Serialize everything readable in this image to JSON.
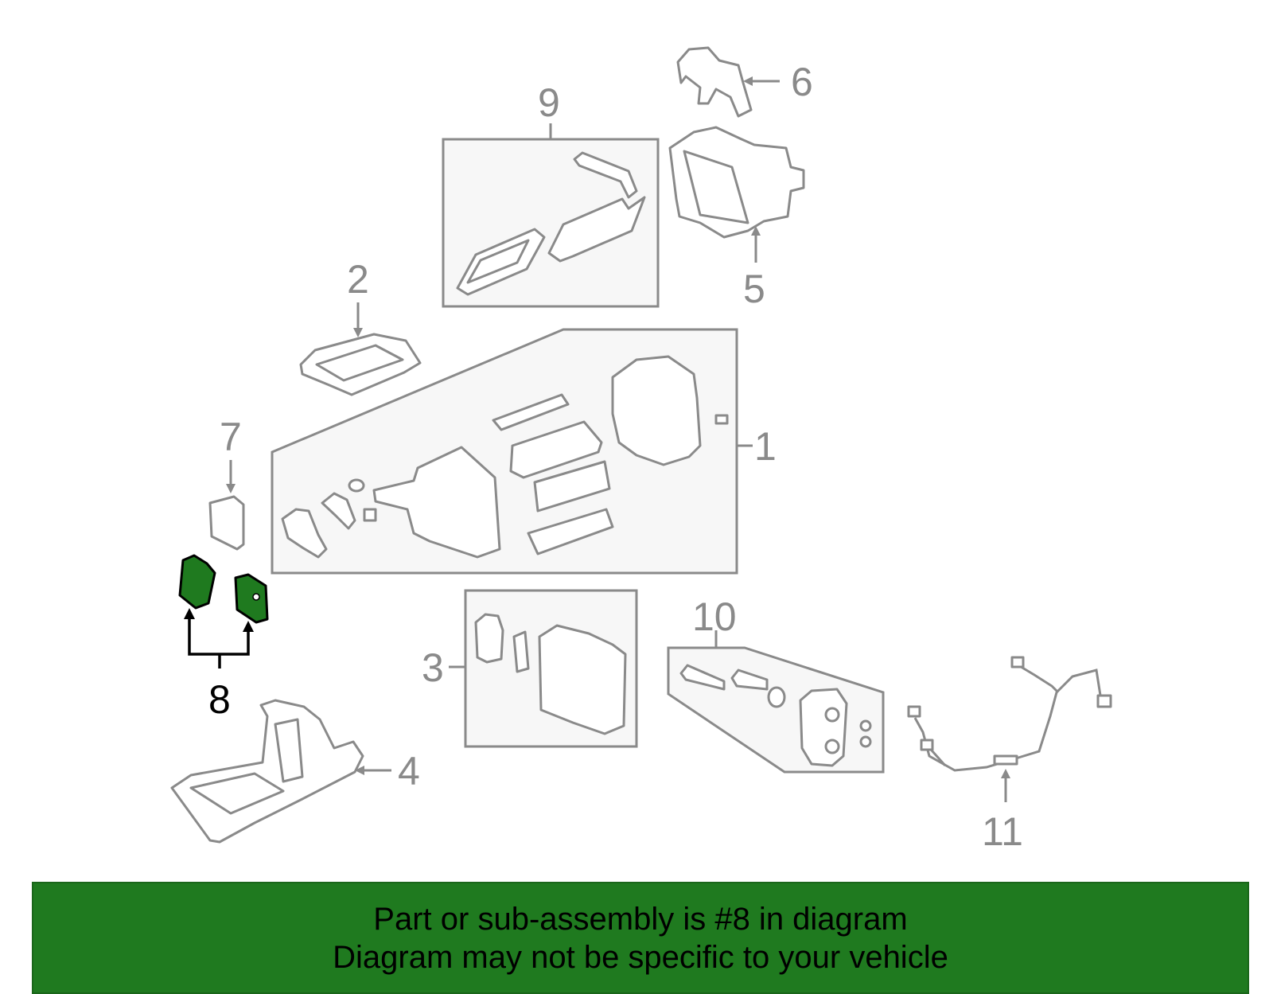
{
  "callouts": {
    "c1": "1",
    "c2": "2",
    "c3": "3",
    "c4": "4",
    "c5": "5",
    "c6": "6",
    "c7": "7",
    "c8": "8",
    "c9": "9",
    "c10": "10",
    "c11": "11"
  },
  "banner": {
    "line1": "Part or sub-assembly is #8 in diagram",
    "line2": "Diagram may not be specific to your vehicle"
  },
  "colors": {
    "highlight": "#1f7a1f",
    "line": "#8a8a8a"
  }
}
